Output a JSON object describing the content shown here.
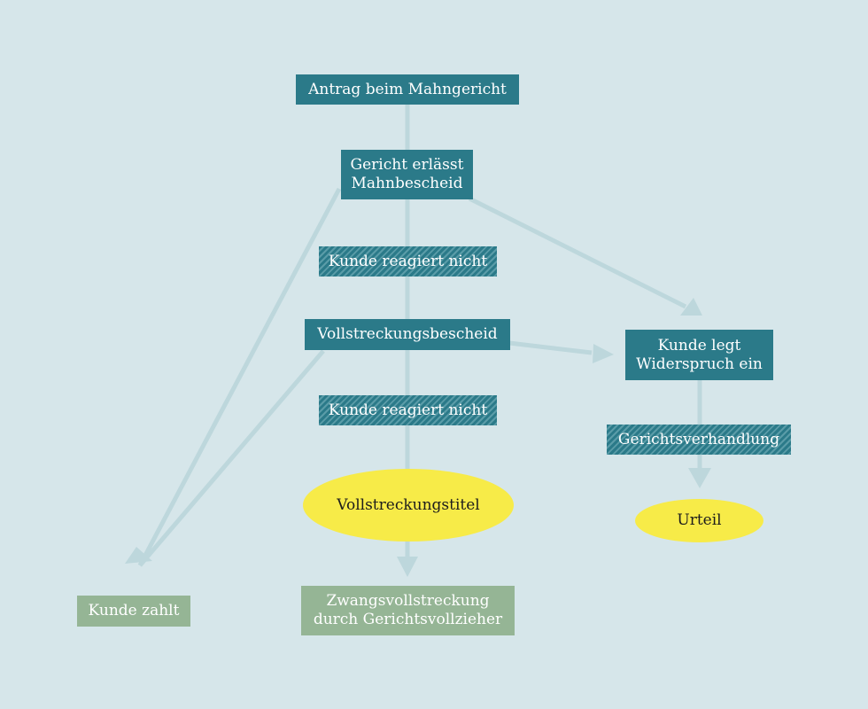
{
  "colors": {
    "background": "#d6e6ea",
    "step": "#2b7a89",
    "condition_stripe": "#5a9ca8",
    "outcome": "#95b595",
    "title_ellipse": "#f7eb48",
    "edge": "#bdd7dc"
  },
  "nodes": {
    "antrag": "Antrag beim Mahngericht",
    "mahnbescheid": "Gericht erlässt\nMahnbescheid",
    "reagiert1": "Kunde reagiert nicht",
    "vollstreckungsbescheid": "Vollstreckungsbescheid",
    "reagiert2": "Kunde reagiert nicht",
    "vollstreckungstitel": "Vollstreckungstitel",
    "zwangsvollstreckung": "Zwangsvollstreckung\ndurch Gerichtsvollzieher",
    "kunde_zahlt": "Kunde zahlt",
    "widerspruch": "Kunde legt\nWiderspruch ein",
    "gerichtsverhandlung": "Gerichtsverhandlung",
    "urteil": "Urteil"
  }
}
